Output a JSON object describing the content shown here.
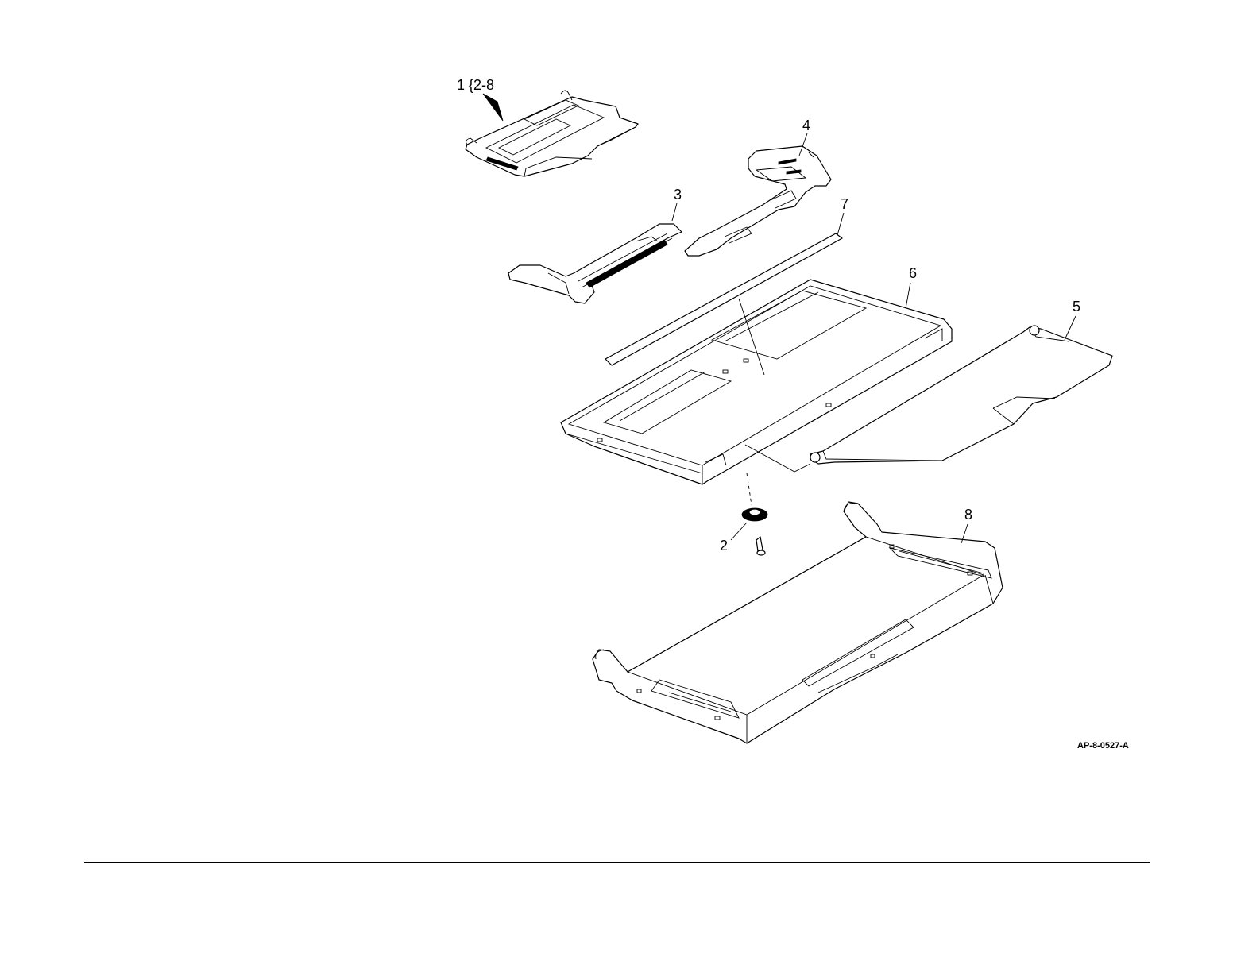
{
  "diagram": {
    "callouts": {
      "c1": "1 {2-8",
      "c2": "2",
      "c3": "3",
      "c4": "4",
      "c5": "5",
      "c6": "6",
      "c7": "7",
      "c8": "8"
    },
    "figure_id": "AP-8-0527-A"
  },
  "colors": {
    "ink": "#000000",
    "paper": "#ffffff"
  }
}
